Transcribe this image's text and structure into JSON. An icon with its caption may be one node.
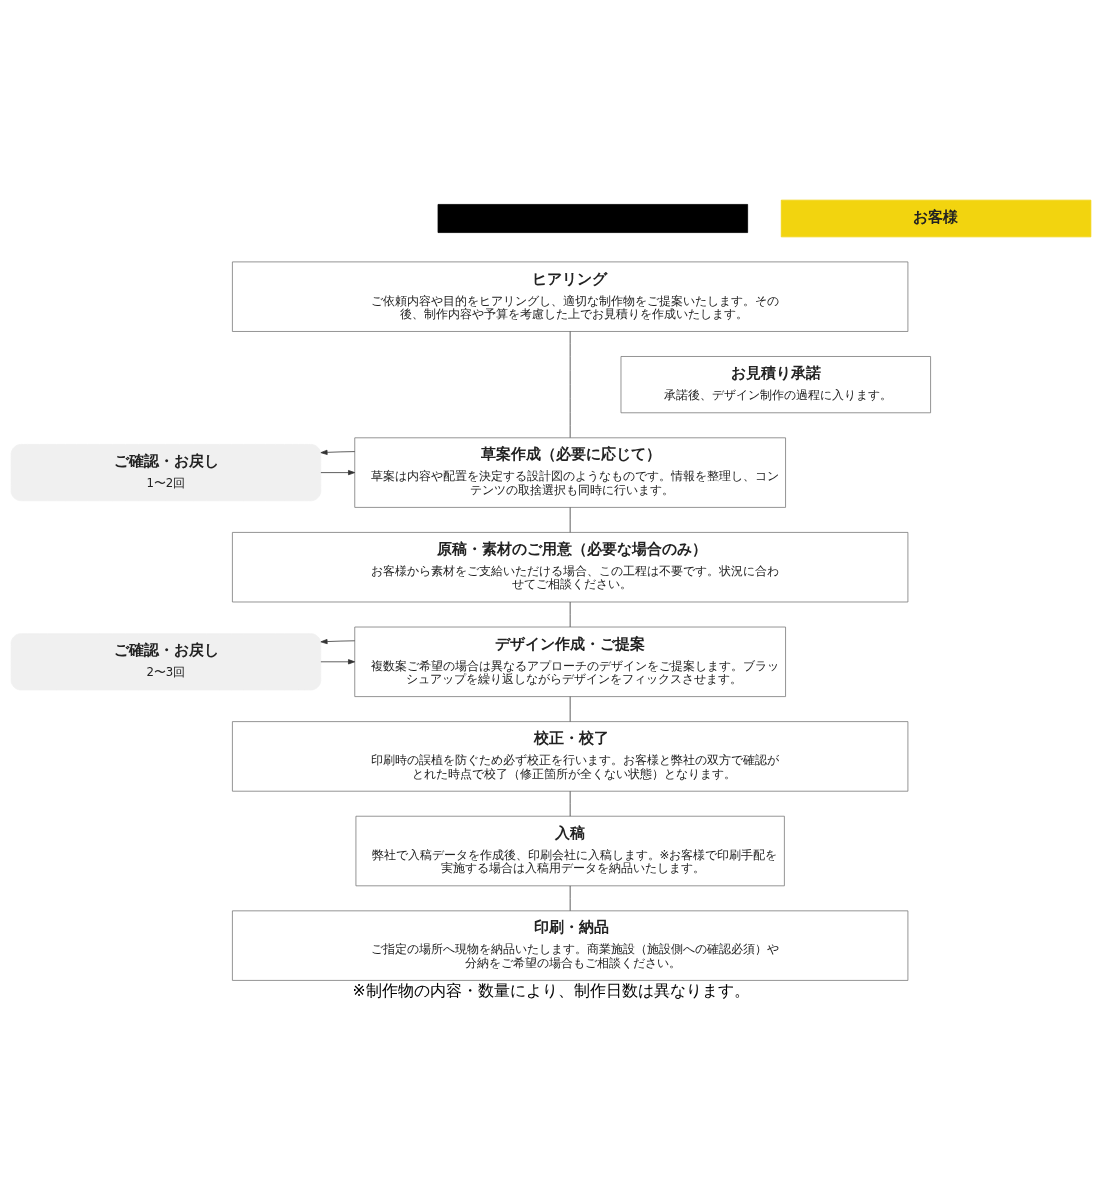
{
  "diagram": {
    "caption": "※制作物の内容・数量により、制作日数は異なります。",
    "nodes": [
      {
        "text": [],
        "shape": "bar"
      },
      {
        "text": [
          "お客様"
        ]
      },
      {
        "text": [
          "ヒアリング",
          "ご依頼内容や目的をヒアリングし、適切な制作物をご提案いたします。その後、制作内容や予算を考慮した上でお見積りを作成いたします。"
        ]
      },
      {
        "text": [
          "お見積り承諾",
          "承諾後、デザイン制作の過程に入ります。"
        ]
      },
      {
        "text": [
          "草案作成（必要に応じて）",
          "草案は内容や配置を決定する設計図のようなものです。情報を整理し、コンテンツの取捨選択も同時に行います。"
        ]
      },
      {
        "text": [
          "ご確認・お戻し",
          "1〜2回"
        ]
      },
      {
        "text": [
          "原稿・素材のご用意（必要な場合のみ）",
          "お客様から素材をご支給いただける場合、この工程は不要です。状況に合わせてご相談ください。"
        ]
      },
      {
        "text": [
          "デザイン作成・ご提案",
          "複数案ご希望の場合は異なるアプローチのデザインをご提案します。ブラッシュアップを繰り返しながらデザインをフィックスさせます。"
        ]
      },
      {
        "text": [
          "ご確認・お戻し",
          "2〜3回"
        ]
      },
      {
        "text": [
          "校正・校了",
          "印刷時の誤植を防ぐため必ず校正を行います。お客様と弊社の双方で確認がとれた時点で校了（修正箇所が全くない状態）となります。"
        ]
      },
      {
        "text": [
          "入稿",
          "弊社で入稿データを作成後、印刷会社に入稿します。※お客様で印刷手配を実施する場合は入稿用データを納品いたします。"
        ]
      },
      {
        "text": [
          "印刷・納品",
          "ご指定の場所へ現物を納品いたします。商業施設（施設側への確認必須）や分納をご希望の場合もご相談ください。"
        ]
      }
    ],
    "edges": [
      {
        "from": 2,
        "to": 4,
        "arrow": "none"
      },
      {
        "from": 5,
        "to": 4,
        "arrow": "to"
      },
      {
        "from": 4,
        "to": 5,
        "arrow": "to"
      },
      {
        "from": 4,
        "to": 6,
        "arrow": "none"
      },
      {
        "from": 6,
        "to": 7,
        "arrow": "none"
      },
      {
        "from": 8,
        "to": 7,
        "arrow": "to"
      },
      {
        "from": 7,
        "to": 8,
        "arrow": "to"
      },
      {
        "from": 7,
        "to": 9,
        "arrow": "none"
      },
      {
        "from": 9,
        "to": 10,
        "arrow": "none"
      },
      {
        "from": 10,
        "to": 11,
        "arrow": "none"
      }
    ]
  }
}
